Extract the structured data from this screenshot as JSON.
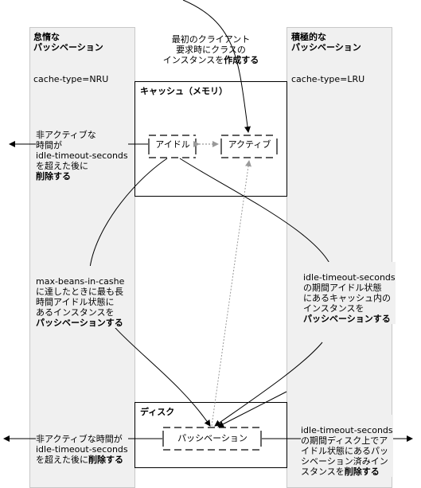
{
  "left_column": {
    "title": "怠惰な\nパッシベーション",
    "cache_type": "cache-type=NRU",
    "note_top": "非アクティブな\n時間が\nidle-timeout-seconds\nを超えた後に",
    "note_top_bold": "削除する",
    "note_mid": "max-beans-in-cashe\nに達したときに最も長\n時間アイドル状態に\nあるインスタンスを",
    "note_mid_bold": "パッシベーションする",
    "note_bottom": "非アクティブな時間が\nidle-timeout-seconds\nを超えた後に",
    "note_bottom_bold": "削除する"
  },
  "right_column": {
    "title": "積極的な\nパッシベーション",
    "cache_type": "cache-type=LRU",
    "note_mid": "idle-timeout-seconds\nの期間アイドル状態\nにあるキャッシュ内の\nインスタンスを",
    "note_mid_bold": "パッシベーションする",
    "note_bottom": "idle-timeout-seconds\nの期間ディスク上でア\nイドル状態にあるパッ\nシベーション済みイン\nスタンスを",
    "note_bottom_bold": "削除する"
  },
  "top_note": {
    "text": "最初のクライアント\n要求時にクラスの\nインスタンスを",
    "bold": "作成する"
  },
  "cache_box": {
    "title": "キャッシュ（メモリ）",
    "idle_label": "アイドル",
    "active_label": "アクティブ"
  },
  "disk_box": {
    "title": "ディスク",
    "passivated_label": "パッシベーション"
  }
}
